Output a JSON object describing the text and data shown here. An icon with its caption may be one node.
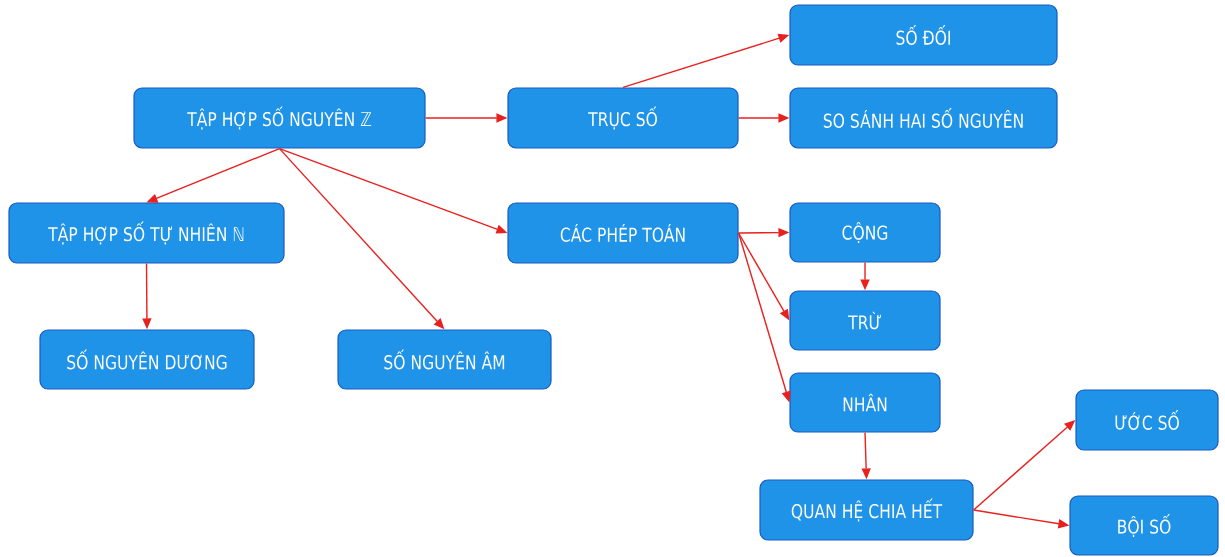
{
  "diagram": {
    "nodes": [
      {
        "text": [
          "TẬP HỢP SỐ NGUYÊN ℤ"
        ]
      },
      {
        "text": [
          "TRỤC SỐ"
        ]
      },
      {
        "text": [
          "SỐ ĐỐI"
        ]
      },
      {
        "text": [
          "SO SÁNH HAI SỐ NGUYÊN"
        ]
      },
      {
        "text": [
          "TẬP HỢP SỐ TỰ NHIÊN ℕ"
        ]
      },
      {
        "text": [
          "CÁC PHÉP TOÁN"
        ]
      },
      {
        "text": [
          "CỘNG"
        ]
      },
      {
        "text": [
          "TRỪ"
        ]
      },
      {
        "text": [
          "NHÂN"
        ]
      },
      {
        "text": [
          "SỐ NGUYÊN DƯƠNG"
        ]
      },
      {
        "text": [
          "SỐ NGUYÊN ÂM"
        ]
      },
      {
        "text": [
          "QUAN HỆ CHIA HẾT"
        ]
      },
      {
        "text": [
          "ƯỚC SỐ"
        ]
      },
      {
        "text": [
          "BỘI SỐ"
        ]
      }
    ],
    "edges": [
      {
        "from": 0,
        "to": 1,
        "arrow": "to"
      },
      {
        "from": 1,
        "to": 2,
        "arrow": "to"
      },
      {
        "from": 1,
        "to": 3,
        "arrow": "to"
      },
      {
        "from": 0,
        "to": 4,
        "arrow": "to"
      },
      {
        "from": 0,
        "to": 10,
        "arrow": "to"
      },
      {
        "from": 0,
        "to": 5,
        "arrow": "to"
      },
      {
        "from": 4,
        "to": 9,
        "arrow": "to"
      },
      {
        "from": 5,
        "to": 6,
        "arrow": "to"
      },
      {
        "from": 5,
        "to": 7,
        "arrow": "to"
      },
      {
        "from": 5,
        "to": 8,
        "arrow": "to"
      },
      {
        "from": 6,
        "to": 7,
        "arrow": "to"
      },
      {
        "from": 8,
        "to": 11,
        "arrow": "to"
      },
      {
        "from": 11,
        "to": 12,
        "arrow": "to"
      },
      {
        "from": 11,
        "to": 13,
        "arrow": "to"
      }
    ]
  }
}
